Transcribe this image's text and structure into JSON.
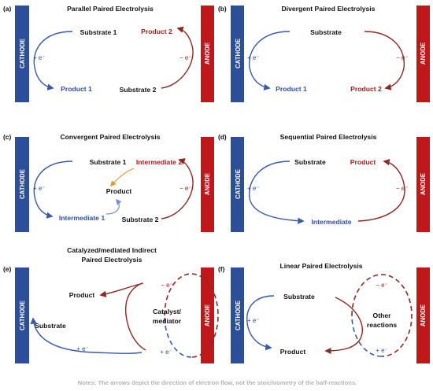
{
  "colors": {
    "cathode": "#2d4f9a",
    "anode": "#c0171b",
    "blue_text": "#2f4f9e",
    "red_text": "#a0201c",
    "blue_arrow": "#3a5aa8",
    "red_arrow": "#8e2a25",
    "orange_arrow": "#e0953a",
    "note": "#b4b4b4"
  },
  "electrodes": {
    "cathode": "CATHODE",
    "anode": "ANODE"
  },
  "panels": {
    "a": {
      "letter": "(a)",
      "title": "Parallel Paired Electrolysis",
      "substrate1": "Substrate 1",
      "substrate2": "Substrate 2",
      "product1": "Product 1",
      "product2": "Product 2",
      "e_cathode": "+ e⁻",
      "e_anode": "− e⁻"
    },
    "b": {
      "letter": "(b)",
      "title": "Divergent Paired Electrolysis",
      "substrate": "Substrate",
      "product1": "Product 1",
      "product2": "Product 2",
      "e_cathode": "+ e⁻",
      "e_anode": "− e⁻"
    },
    "c": {
      "letter": "(c)",
      "title": "Convergent Paired Electrolysis",
      "substrate1": "Substrate 1",
      "substrate2": "Substrate 2",
      "intermediate1": "Intermediate 1",
      "intermediate2": "Intermediate 2",
      "product": "Product",
      "e_cathode": "+ e⁻",
      "e_anode": "− e⁻"
    },
    "d": {
      "letter": "(d)",
      "title": "Sequential Paired Electrolysis",
      "substrate": "Substrate",
      "intermediate": "Intermediate",
      "product": "Product",
      "e_cathode": "+ e⁻",
      "e_anode": "− e⁻"
    },
    "e": {
      "letter": "(e)",
      "title_line1": "Catalyzed/mediated Indirect",
      "title_line2": "Paired Electrolysis",
      "substrate": "Substrate",
      "product": "Product",
      "mediator_line1": "Catalyst/",
      "mediator_line2": "mediator",
      "e_cathode": "+ e⁻",
      "e_loop_bottom": "+ e⁻",
      "e_loop_top": "− e⁻"
    },
    "f": {
      "letter": "(f)",
      "title": "Linear Paired Electrolysis",
      "substrate": "Substrate",
      "product": "Product",
      "other_line1": "Other",
      "other_line2": "reactions",
      "e_cathode": "+ e⁻",
      "e_loop_bottom": "+ e⁻",
      "e_loop_top": "− e⁻"
    }
  },
  "note": "Notes: The arrows depict the direction of electron flow, not the stoichiometry of the half-reactions."
}
